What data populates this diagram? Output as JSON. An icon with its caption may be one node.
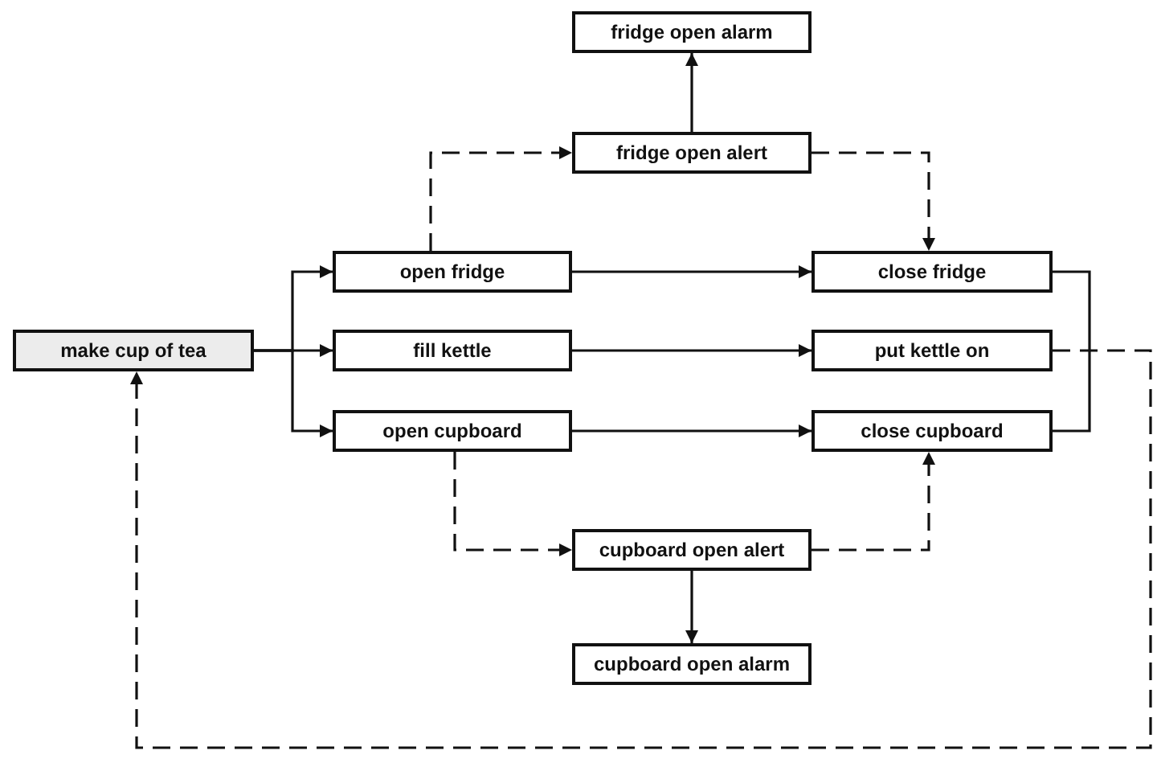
{
  "diagram": {
    "nodes": [
      {
        "text": [
          "make cup of tea"
        ]
      },
      {
        "text": [
          "open fridge"
        ]
      },
      {
        "text": [
          "fill kettle"
        ]
      },
      {
        "text": [
          "open cupboard"
        ]
      },
      {
        "text": [
          "fridge open alert"
        ]
      },
      {
        "text": [
          "fridge open alarm"
        ]
      },
      {
        "text": [
          "close fridge"
        ]
      },
      {
        "text": [
          "put kettle on"
        ]
      },
      {
        "text": [
          "close cupboard"
        ]
      },
      {
        "text": [
          "cupboard open alert"
        ]
      },
      {
        "text": [
          "cupboard open alarm"
        ]
      }
    ],
    "edges": [
      {
        "from": 0,
        "to": 1,
        "arrow": "to"
      },
      {
        "from": 0,
        "to": 2,
        "arrow": "to"
      },
      {
        "from": 0,
        "to": 3,
        "arrow": "to"
      },
      {
        "from": 1,
        "to": 4,
        "arrow": "to",
        "style": "dashed"
      },
      {
        "from": 4,
        "to": 5,
        "arrow": "to"
      },
      {
        "from": 4,
        "to": 6,
        "arrow": "to",
        "style": "dashed"
      },
      {
        "from": 1,
        "to": 6,
        "arrow": "to"
      },
      {
        "from": 2,
        "to": 7,
        "arrow": "to"
      },
      {
        "from": 3,
        "to": 8,
        "arrow": "to"
      },
      {
        "from": 3,
        "to": 9,
        "arrow": "to",
        "style": "dashed"
      },
      {
        "from": 9,
        "to": 10,
        "arrow": "to"
      },
      {
        "from": 9,
        "to": 8,
        "arrow": "to",
        "style": "dashed"
      },
      {
        "from": 6,
        "to": 8,
        "arrow": "none"
      },
      {
        "from": 7,
        "to": 0,
        "arrow": "to",
        "style": "dashed"
      }
    ]
  }
}
